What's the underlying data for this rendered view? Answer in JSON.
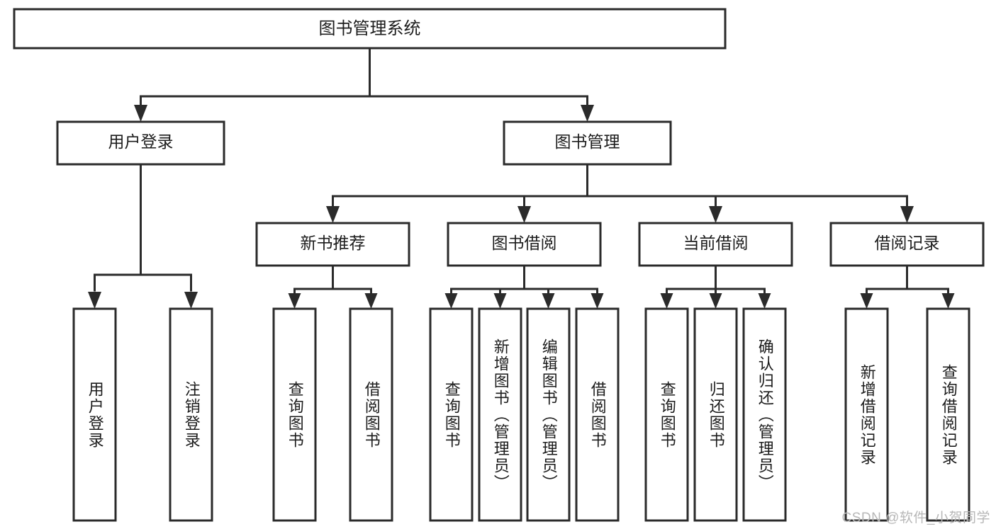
{
  "diagram": {
    "type": "tree",
    "title": "图书管理系统",
    "orientation": "top-down",
    "colors": {
      "box_stroke": "#2b2b2b",
      "box_fill": "#ffffff",
      "connector": "#2b2b2b",
      "text": "#1c1c1c",
      "background": "#ffffff",
      "watermark": "#b7b7b7"
    },
    "root": {
      "label": "图书管理系统"
    },
    "level2": [
      {
        "label": "用户登录"
      },
      {
        "label": "图书管理"
      }
    ],
    "level3": [
      {
        "label": "新书推荐"
      },
      {
        "label": "图书借阅"
      },
      {
        "label": "当前借阅"
      },
      {
        "label": "借阅记录"
      }
    ],
    "leaves": {
      "user_login": [
        {
          "label": "用户登录"
        },
        {
          "label": "注销登录"
        }
      ],
      "new_book_recommend": [
        {
          "label": "查询图书"
        },
        {
          "label": "借阅图书"
        }
      ],
      "book_borrow": [
        {
          "label": "查询图书"
        },
        {
          "label": "新增图书（管理员）"
        },
        {
          "label": "编辑图书（管理员）"
        },
        {
          "label": "借阅图书"
        }
      ],
      "current_borrow": [
        {
          "label": "查询图书"
        },
        {
          "label": "归还图书"
        },
        {
          "label": "确认归还（管理员）"
        }
      ],
      "borrow_record": [
        {
          "label": "新增借阅记录"
        },
        {
          "label": "查询借阅记录"
        }
      ]
    }
  },
  "watermark": {
    "text": "CSDN @软件_小贺同学"
  }
}
